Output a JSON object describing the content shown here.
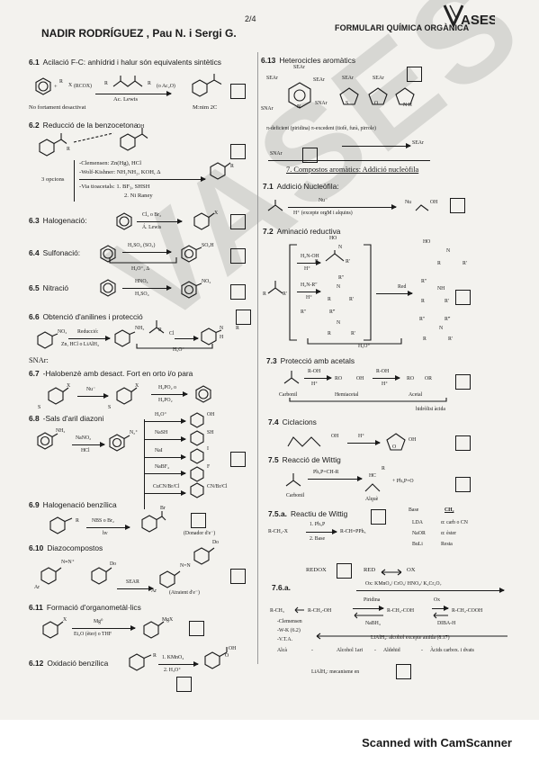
{
  "header": {
    "page": "2/4",
    "authors": "NADIR RODRÍGUEZ , Pau N. i Sergi G.",
    "title": "FORMULARI QUÍMICA ORGÀNICA",
    "logo": "VASES"
  },
  "left": {
    "s61": {
      "num": "6.1",
      "title": "Acilació F-C: anhídrid i halur són equivalents sintètics",
      "r1": "R",
      "x": "X",
      "rcox": "(RCOX)",
      "r2": "R",
      "r3": "R",
      "ac2o": "(o Ac₂O)",
      "reagent": "Ac. Lewis",
      "note": "No fortament desactivat",
      "note2": "M:nim 2C"
    },
    "s62": {
      "num": "6.2",
      "title": "Reducció de la benzocetona:",
      "oh": "OH",
      "r": "R",
      "opts": "3 opcions",
      "c1": "-Clemensen: Zn(Hg), HCl",
      "c2": "-Wolf-Kishner: NH₂NH₂, KOH, Δ",
      "c3": "-Via tioacetals: 1. BF₃, SHSH",
      "c4": "2. Ni Raney"
    },
    "s63": {
      "num": "6.3",
      "title": "Halogenació:",
      "top": "Cl₂ o Br₂",
      "bot": "Á. Lewis",
      "x": "X"
    },
    "s64": {
      "num": "6.4",
      "title": "Sulfonació:",
      "top": "H₂SO₄ (SO₃)",
      "back": "H₃O⁺, Δ",
      "prod": "SO₃H"
    },
    "s65": {
      "num": "6.5",
      "title": "Nitració",
      "top": "HNO₃",
      "bot": "H₂SO₄",
      "prod": "NO₂"
    },
    "s66": {
      "num": "6.6",
      "title": "Obtenció d'anilines i protecció",
      "no2": "NO₂",
      "red": "Reducció:",
      "red2": "Zn, HCl o LiAlH₄",
      "nh2": "NH₂",
      "h3o": "H₃O⁺",
      "r": "R",
      "n": "N",
      "h": "H",
      "cl": "Cl"
    },
    "snar": "SNAr:",
    "s67": {
      "num": "6.7",
      "title": "-Halobenzè amb desact. Fort en orto i/o para",
      "x": "X",
      "nu": "Nu⁻",
      "s": "S",
      "r1": "H₃PO₂ o",
      "r2": "H₃PO₂"
    },
    "s68": {
      "num": "6.8",
      "title": "-Sals d'aril diazoni",
      "nh2": "NH₂",
      "nano2": "NaNO₂",
      "hcl": "HCl",
      "n2": "N₂⁺",
      "reag": [
        "H₃O⁺",
        "NaSH",
        "NaI",
        "NaBF₄",
        "CuCN/Br/Cl"
      ],
      "prods": [
        "OH",
        "SH",
        "I",
        "F",
        "CN/Br/Cl"
      ]
    },
    "s69": {
      "num": "6.9",
      "title": "Halogenació benzílica",
      "r": "R",
      "top": "NBS o Br₂",
      "bot": "hν",
      "br": "Br",
      "note": "(Donador d'e⁻)"
    },
    "s610": {
      "num": "6.10",
      "title": "Diazocompostos",
      "do": "Do",
      "ar": "Ar",
      "sear": "SEAR",
      "note": "(Atraient d'e⁻)"
    },
    "s611": {
      "num": "6.11",
      "title": "Formació d'organometàl·lics",
      "x": "X",
      "top": "Mg⁰",
      "bot": "Et₂O (èter) o THF",
      "prod": "MgX"
    },
    "s612": {
      "num": "6.12",
      "title": "Oxidació benzílica",
      "r": "R",
      "top": "1. KMnO₄",
      "bot": "2. H₃O⁺",
      "oh": "OH",
      "o": "O"
    }
  },
  "right": {
    "s613": {
      "num": "6.13",
      "title": "Heterocicles aromàtics",
      "sear": "SEAr",
      "snar": "SNAr",
      "note": "π-deficient (piridina)  π-excedent (tiofè, furà, pirrole)",
      "s": "S",
      "o": "O",
      "nh": "N H",
      "n": "N"
    },
    "s7": {
      "title": "7. Compostos aromàtics: Addició nucleòfila"
    },
    "s71": {
      "num": "7.1",
      "title": "Addició Nucleòfila:",
      "nu": "Nu⁻",
      "cond": "H⁺ (excepte orgM i alquins)",
      "prod": "Nu",
      "oh": "OH"
    },
    "s72": {
      "num": "7.2",
      "title": "Aminació reductiva",
      "ho": "HO",
      "n": "N",
      "h2noh": "H₂N-OH",
      "hplus": "H⁺",
      "h2nr": "H₂N-R″",
      "red": "Red",
      "r": "R",
      "rp": "R'",
      "rpp": "R\"",
      "rppp": "R‴",
      "nh": "NH",
      "h3o": "H₃O⁺"
    },
    "s73": {
      "num": "7.3",
      "title": "Protecció amb acetals",
      "roh1": "R-OH",
      "roh2": "R-OH",
      "h1": "H⁺",
      "h2": "H⁺",
      "l1": "Carbonil",
      "l2": "Hemiacetal",
      "l3": "Acetal",
      "ro": "RO",
      "or": "OR",
      "oh": "OH",
      "hidr": "hidròlisi àcida"
    },
    "s74": {
      "num": "7.4",
      "title": "Ciclacions",
      "h": "H⁺",
      "oh": "OH",
      "o": "O"
    },
    "s75": {
      "num": "7.5",
      "title": "Reacció de Wittig",
      "top": "Ph₃P=CH-R",
      "hc": "HC",
      "r": "R",
      "plus": "+ Ph₃P=O",
      "l1": "Carbonil",
      "l2": "Alquè"
    },
    "s75a": {
      "num": "7.5.a.",
      "title": "Reactiu de Wittig",
      "rch2x": "R-CH₂-X",
      "s1": "1. Ph₃P",
      "s2": "2. Base",
      "prod": "R-CH=PPh₃",
      "bh": "Base",
      "bh2": "CH₂",
      "b1": "LDA",
      "b1v": "α: carb o CN",
      "b2": "NaOR",
      "b2v": "α: èster",
      "b3": "BuLi",
      "b3v": "Resta"
    },
    "redox": {
      "redox": "REDOX",
      "red": "RED",
      "ox": "OX"
    },
    "s76a": {
      "num": "7.6.a.",
      "ox": "Ox: KMnO₄/ CrO₃/ HNO₃/ K₂Cr₂O₇",
      "rch3": "R-CH₃",
      "rch2oh": "R-CH₂-OH",
      "rcho": "R-CH₂-COH",
      "rcooh": "R-CH₂-COOH",
      "pir": "Piridina",
      "ox2": "Ox",
      "nabh4": "NaBH₄",
      "dibah": "DIBA-H",
      "cl": "-Clemensen",
      "wk": "-W-K (6.2)",
      "vta": "-V.T.A.",
      "lialh": "LiAlH₄: alcohol excepte amida (8.17)",
      "a1": "Alcà",
      "a2": "Alcohol 1ari",
      "a3": "Aldehid",
      "a4": "Àcids carbox. i dvats",
      "mech": "LiAlH₄: mecanisme en"
    }
  },
  "footer": "Scanned with CamScanner",
  "icons": {
    "benzene": "benzene-ring-icon",
    "box": "checkbox-icon"
  }
}
